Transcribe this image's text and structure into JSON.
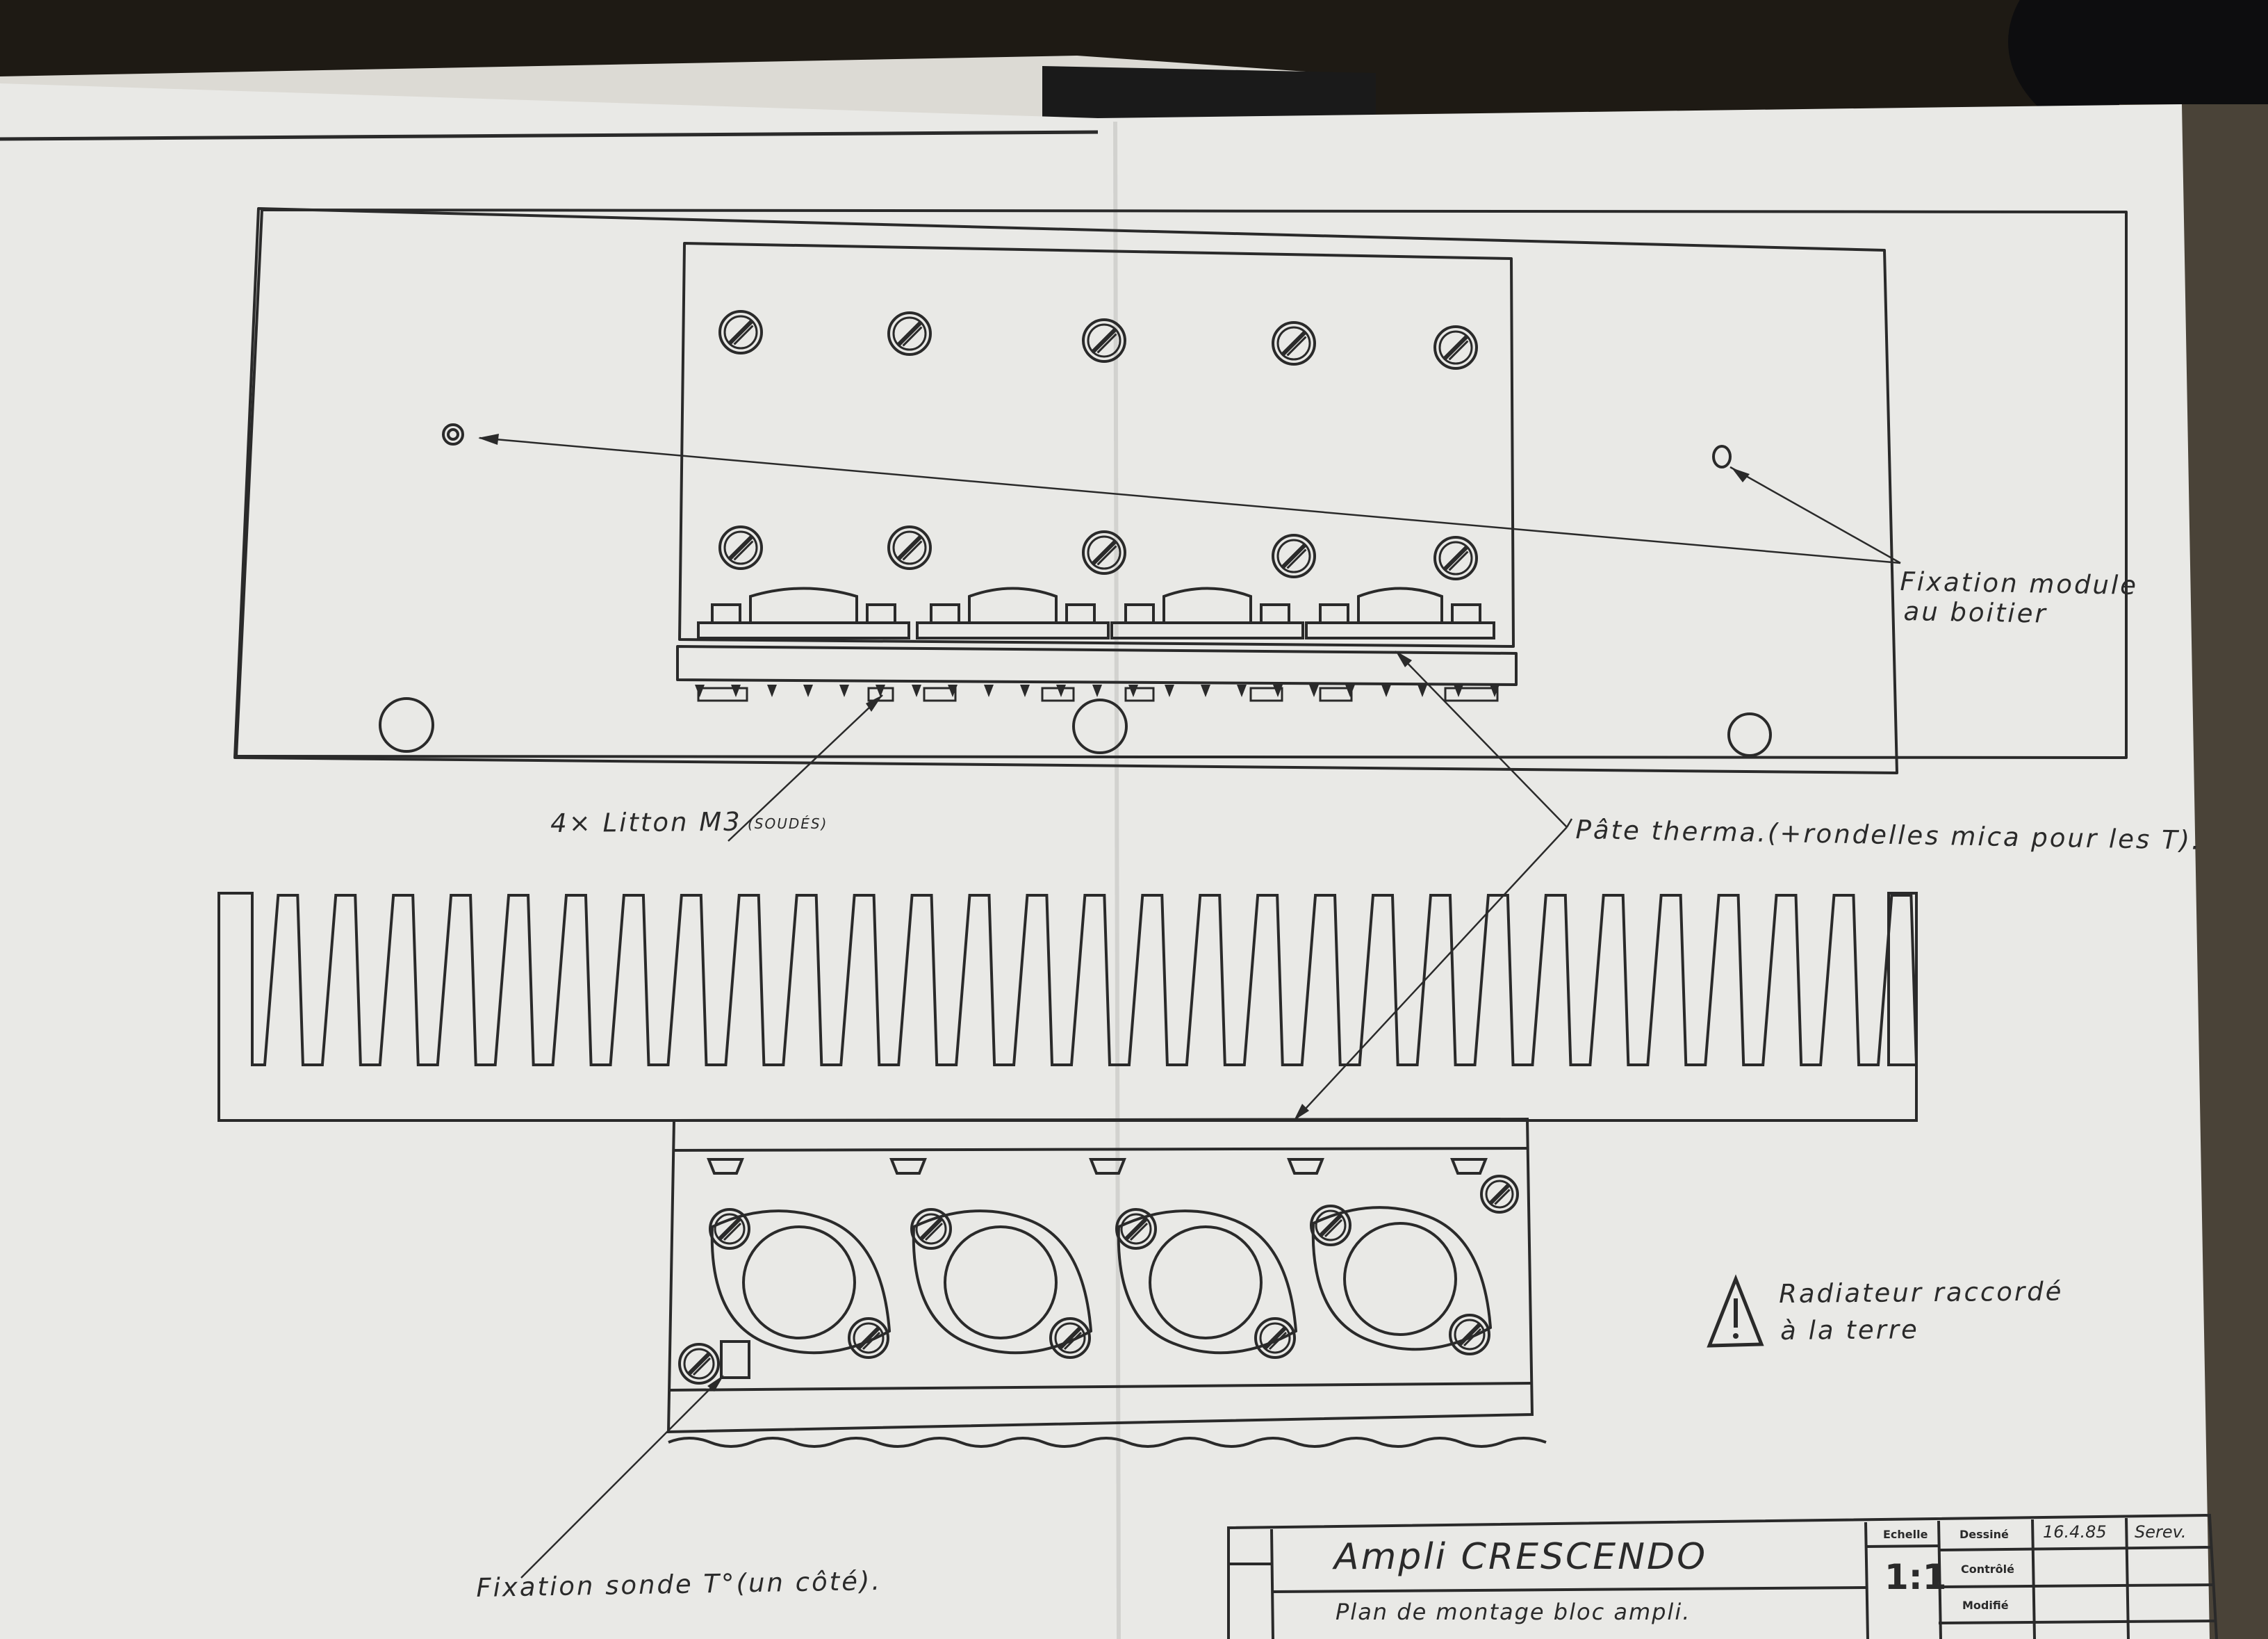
{
  "labels": {
    "fixation_module_line1": "Fixation module",
    "fixation_module_line2": "au boitier",
    "litton_main": "4× Litton M3",
    "litton_note": "(SOUDÉS)",
    "pate_therma": "Pâte therma.(+rondelles mica pour les T).",
    "radiateur_line1": "Radiateur raccordé",
    "radiateur_line2": "à la terre",
    "fixation_sonde": "Fixation sonde T°(un côté)."
  },
  "title_block": {
    "title": "Ampli CRESCENDO",
    "subtitle": "Plan de montage bloc ampli.",
    "scale_header": "Echelle",
    "scale_value": "1:1",
    "drawn_label": "Dessiné",
    "checked_label": "Contrôlé",
    "modified_label": "Modifié",
    "date": "16.4.85",
    "author": "Serev."
  },
  "icons": {
    "warning": "warning-triangle-icon",
    "screw": "slotted-screw-icon",
    "mounting_hole": "mounting-hole-icon"
  },
  "colors": {
    "paper": "#e9e9e6",
    "ink": "#2a2a2a",
    "background": "#1e1a14"
  }
}
